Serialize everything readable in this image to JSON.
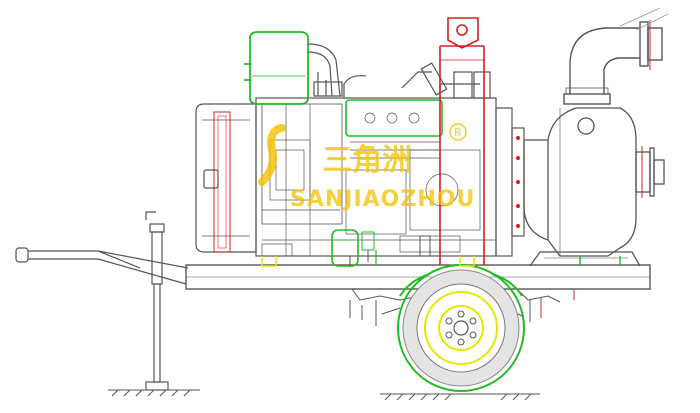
{
  "watermark": {
    "cn_text": "三角洲",
    "en_text": "SANJIAOZHOU",
    "reg_mark": "R"
  },
  "colors": {
    "line": "#555555",
    "light": "#8a8a8a",
    "green": "#22bb22",
    "red": "#d42020",
    "yellow": "#e8e800",
    "watermark": "#f2c100"
  }
}
